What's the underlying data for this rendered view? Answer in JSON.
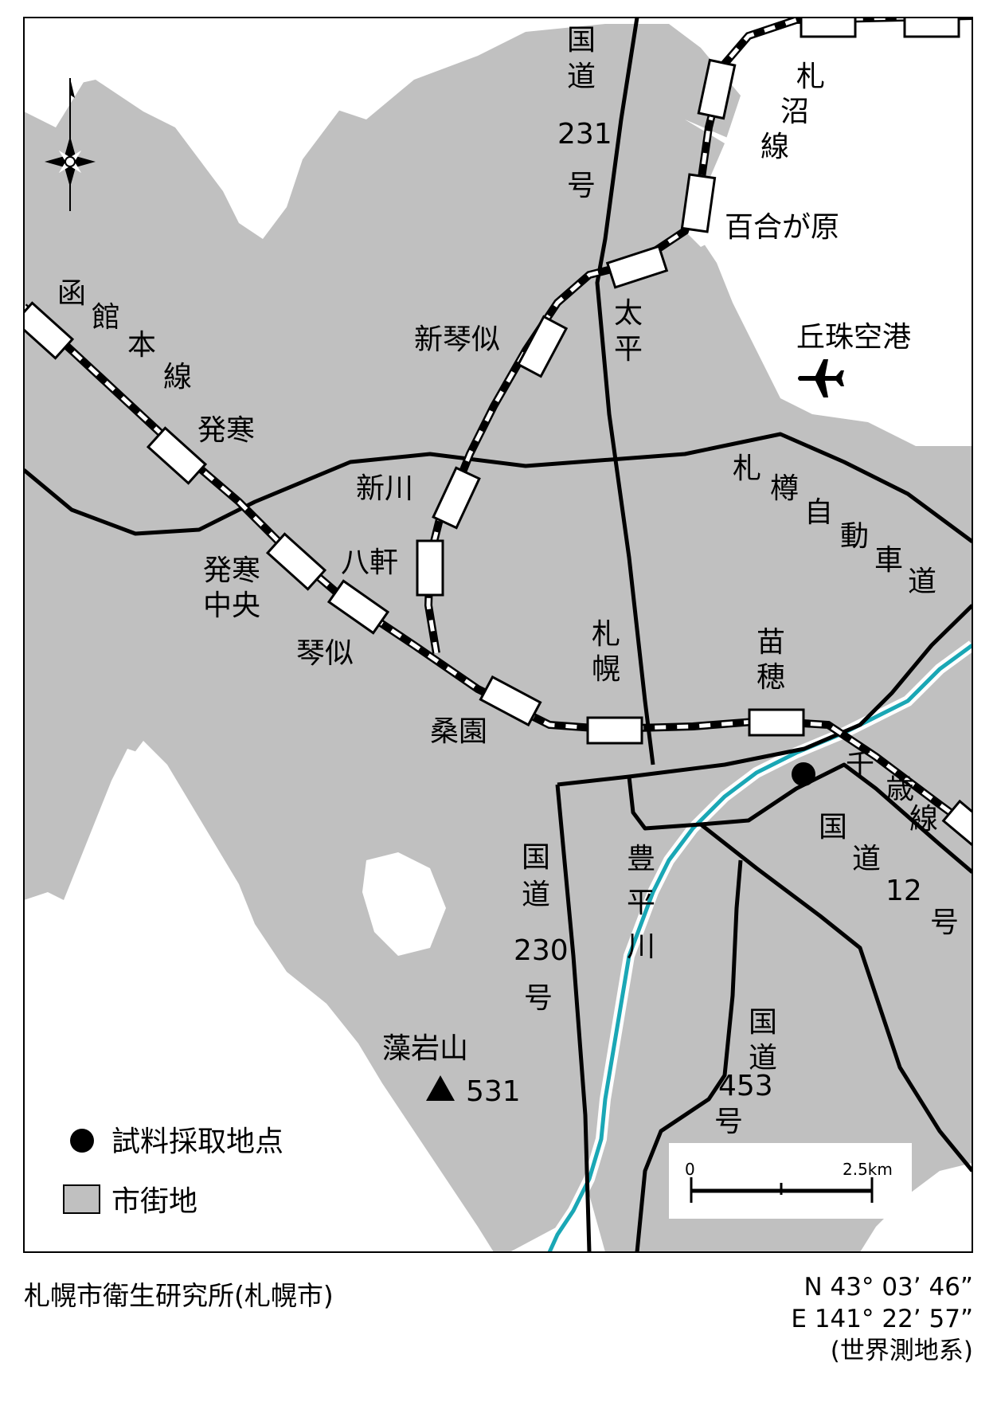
{
  "map": {
    "colors": {
      "urban": "#c0c0c0",
      "background": "#ffffff",
      "road": "#000000",
      "river": "#1aa7b5",
      "rail_dark": "#000000",
      "rail_light": "#ffffff"
    },
    "icons": {
      "north": "compass-rose-icon",
      "airport": "airplane-icon",
      "mountain": "triangle-icon",
      "sample_point": "filled-circle-icon"
    },
    "rail_lines": {
      "hakodate": "函館本線",
      "sassho": "札沼線",
      "chitose": "千歳線"
    },
    "roads": {
      "r231": [
        "国",
        "道",
        "231",
        "号"
      ],
      "r230": [
        "国",
        "道",
        "230",
        "号"
      ],
      "r12": [
        "国",
        "道",
        "12",
        "号"
      ],
      "r453": [
        "国",
        "道",
        "453",
        "号"
      ],
      "expressway": "札樽自動車道"
    },
    "river": "豊平川",
    "stations": {
      "hassamu": "発寒",
      "shinkawa": "新川",
      "hassamu_chuo": [
        "発寒",
        "中央"
      ],
      "hachiken": "八軒",
      "kotoni": "琴似",
      "soen": "桑園",
      "sapporo": "札幌",
      "naebo": "苗穂",
      "shinkotoni": "新琴似",
      "taihei": "太平",
      "yurigahara": "百合が原"
    },
    "airport": "丘珠空港",
    "mountain": {
      "name": "藻岩山",
      "elevation": "531"
    },
    "legend": {
      "sample_point": "試料採取地点",
      "urban_area": "市街地"
    },
    "scale": {
      "start": "0",
      "end": "2.5km"
    }
  },
  "footer": {
    "title": "札幌市衛生研究所(札幌市)",
    "lat": "N 43° 03’ 46”",
    "lon": "E 141° 22’ 57”",
    "datum": "(世界測地系)"
  }
}
